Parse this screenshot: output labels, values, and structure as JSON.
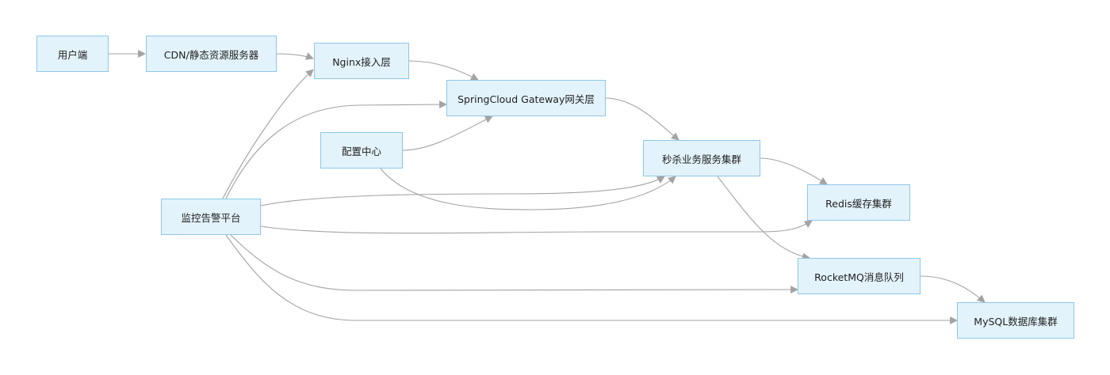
{
  "nodes": {
    "user": "用户端",
    "cdn": "CDN/静态资源服务器",
    "nginx": "Nginx接入层",
    "gateway": "SpringCloud Gateway网关层",
    "config": "配置中心",
    "seckill": "秒杀业务服务集群",
    "monitor": "监控告警平台",
    "redis": "Redis缓存集群",
    "rocketmq": "RocketMQ消息队列",
    "mysql": "MySQL数据库集群"
  },
  "edges": [
    {
      "from": "user",
      "to": "cdn"
    },
    {
      "from": "cdn",
      "to": "nginx"
    },
    {
      "from": "nginx",
      "to": "gateway"
    },
    {
      "from": "config",
      "to": "gateway"
    },
    {
      "from": "config",
      "to": "seckill"
    },
    {
      "from": "gateway",
      "to": "seckill"
    },
    {
      "from": "seckill",
      "to": "redis"
    },
    {
      "from": "seckill",
      "to": "rocketmq"
    },
    {
      "from": "rocketmq",
      "to": "mysql"
    },
    {
      "from": "monitor",
      "to": "nginx"
    },
    {
      "from": "monitor",
      "to": "gateway"
    },
    {
      "from": "monitor",
      "to": "seckill"
    },
    {
      "from": "monitor",
      "to": "redis"
    },
    {
      "from": "monitor",
      "to": "rocketmq"
    },
    {
      "from": "monitor",
      "to": "mysql"
    }
  ],
  "colors": {
    "node_fill": "#e3f3fb",
    "node_border": "#8ec6ea",
    "edge": "#a3a3a3",
    "text": "#222222"
  }
}
